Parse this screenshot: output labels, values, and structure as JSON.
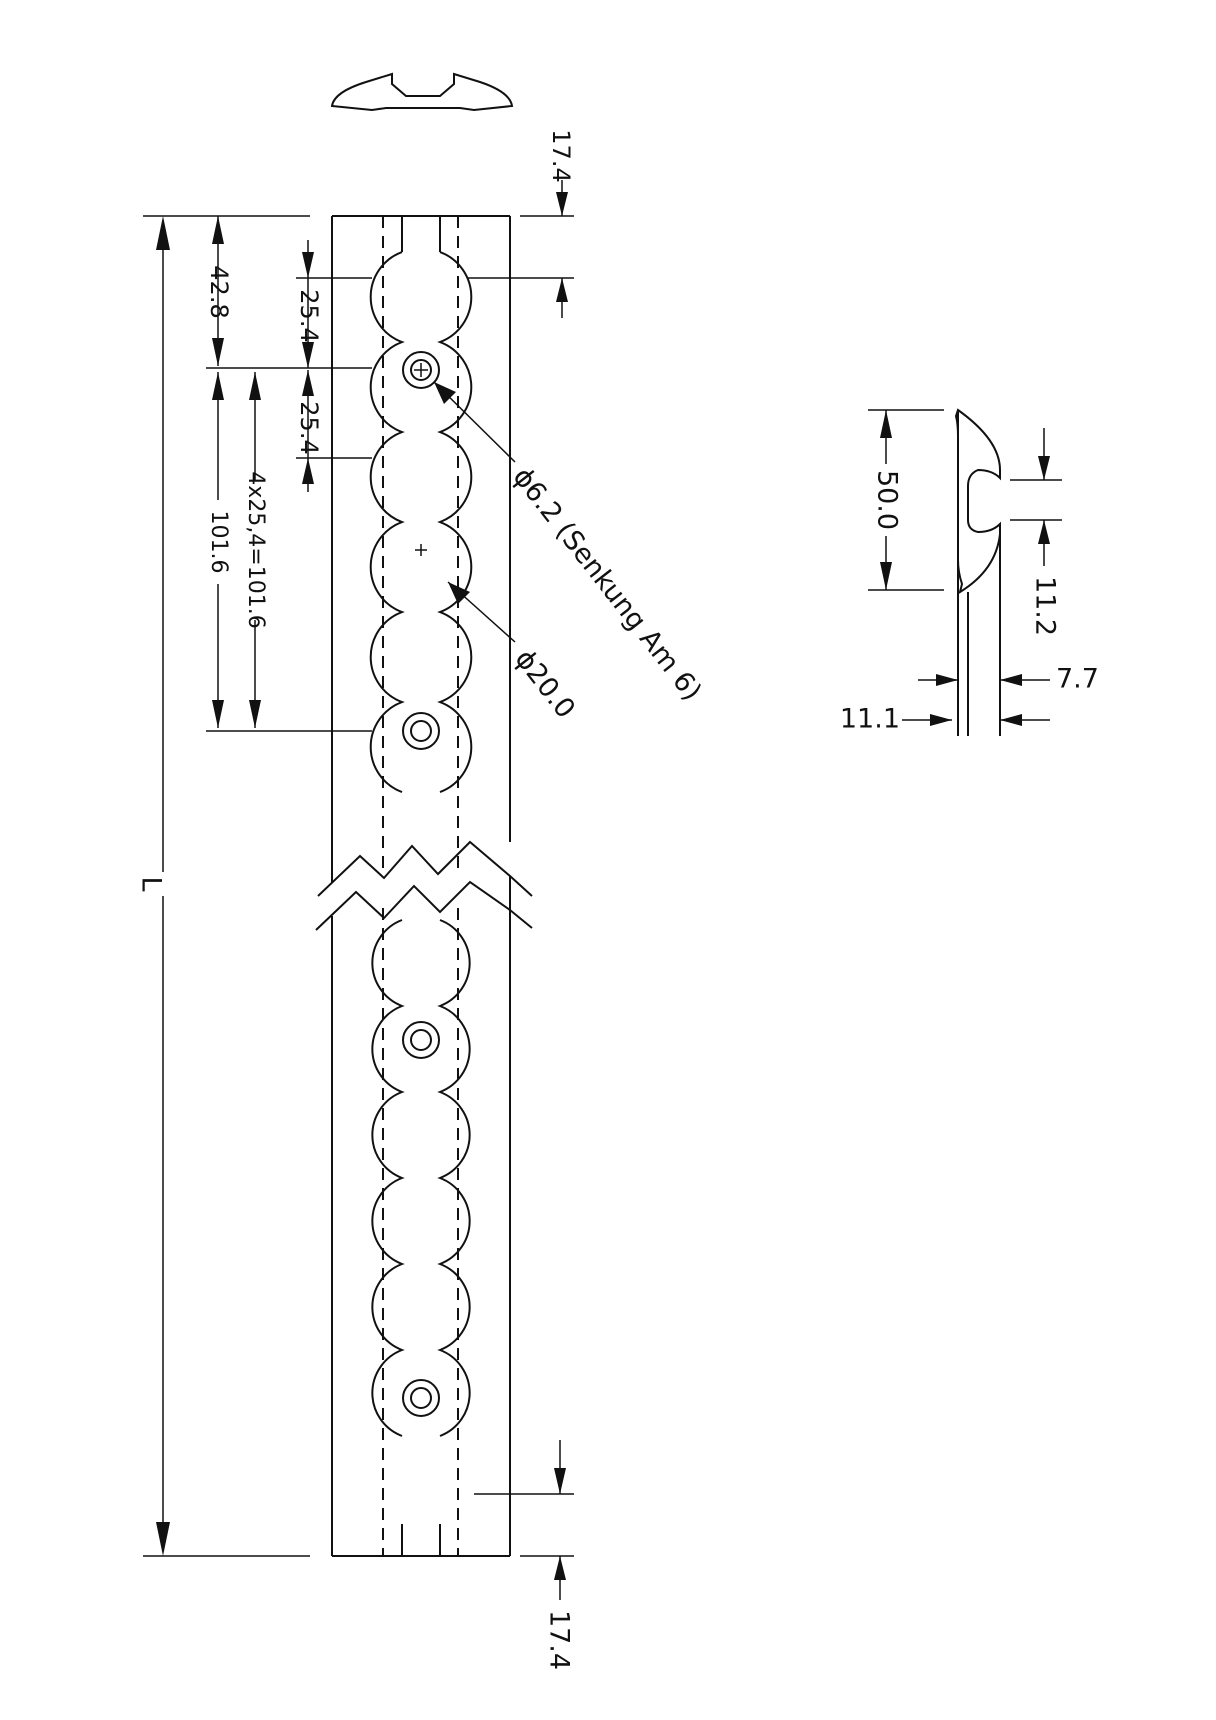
{
  "colors": {
    "line": "#111111",
    "background": "#ffffff"
  },
  "dimensions": {
    "top_margin": "17.4",
    "bottom_margin": "17.4",
    "first_hole": "42.8",
    "pitch_a": "25.4",
    "pitch_b": "25.4",
    "hole_spacing": "101.6",
    "hole_spacing_formula": "4x25,4=101.6",
    "length": "L",
    "countersink": "ϕ6.2 (Senkung Am 6)",
    "slot_diameter": "ϕ20.0",
    "profile_width": "50.0",
    "slot_opening": "11.2",
    "height_outer": "11.1",
    "height_inner": "7.7"
  }
}
